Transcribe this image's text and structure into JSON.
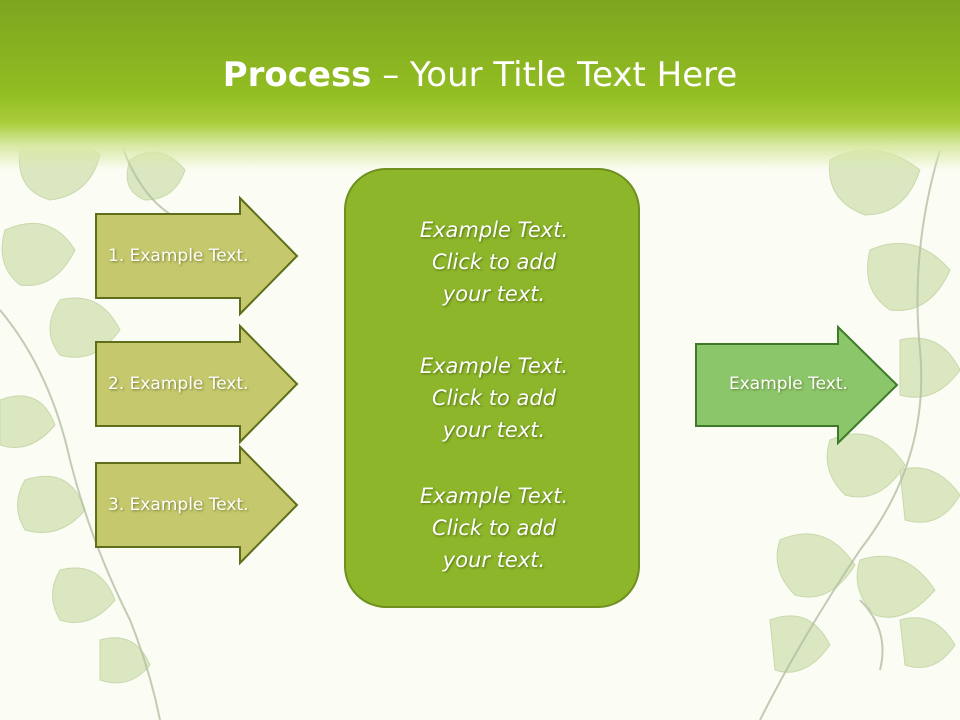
{
  "title": {
    "bold": "Process",
    "rest": " – Your Title Text Here"
  },
  "left_arrows": [
    {
      "label": "1. Example Text."
    },
    {
      "label": "2. Example Text."
    },
    {
      "label": "3. Example Text."
    }
  ],
  "center_box": {
    "paragraphs": [
      {
        "lines": [
          "Example Text.",
          "Click  to add",
          "your text."
        ]
      },
      {
        "lines": [
          "Example Text.",
          "Click  to add",
          "your text."
        ]
      },
      {
        "lines": [
          "Example Text.",
          "Click  to add",
          "your text."
        ]
      }
    ]
  },
  "right_arrow": {
    "label": "Example Text."
  },
  "colors": {
    "header_green": "#8fb820",
    "left_arrow_fill": "#c5c86c",
    "left_arrow_border": "#5f6e1a",
    "center_fill": "#8db62a",
    "right_arrow_fill": "#8cc66a",
    "right_arrow_border": "#3d7a2a"
  }
}
